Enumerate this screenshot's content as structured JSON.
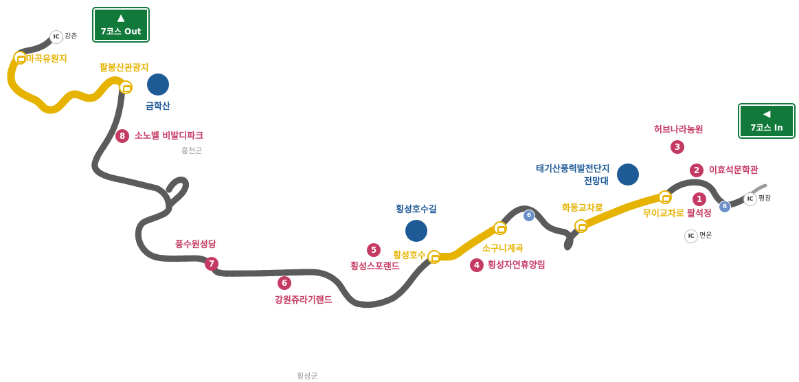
{
  "signs": {
    "out": {
      "label": "7코스 Out",
      "arrow": "▲"
    },
    "in": {
      "label": "7코스 In",
      "arrow": "◀"
    }
  },
  "ic": {
    "mark": "IC",
    "gangchon": "강촌",
    "pyeongchang": "평창",
    "myeonon": "면온"
  },
  "highway_number": "6",
  "waypoints": {
    "makgukwonji": "마곡유원지",
    "palbongsan": "팔봉산관광지",
    "hoengseong_lake": "횡성호수",
    "sogeuni": "소구니계곡",
    "hwadong": "화동교차로",
    "muigyo": "무이교차로"
  },
  "attractions": [
    {
      "number": "1",
      "label": "팔석정"
    },
    {
      "number": "2",
      "label": "이효석문학관"
    },
    {
      "number": "3",
      "label": "허브나라농원"
    },
    {
      "number": "4",
      "label": "횡성자연휴양림"
    },
    {
      "number": "5",
      "label": "횡성스포랜드"
    },
    {
      "number": "6",
      "label": "강원쥬라기랜드"
    },
    {
      "number": "7",
      "label": "풍수원성당"
    },
    {
      "number": "8",
      "label": "소노벨 비발디파크"
    }
  ],
  "viewpoints": {
    "geumhaksan": "금학산",
    "taegisan_line1": "태기산풍력발전단지",
    "taegisan_line2": "전망대",
    "hoengseong_trail": "횡성호수길"
  },
  "regions": {
    "hongcheon": "홍천군",
    "hoengseong": "횡성군"
  },
  "colors": {
    "road_gray": "#5b5b5b",
    "road_yellow": "#e5b300",
    "sign_green": "#11793a",
    "marker_red": "#c53a63",
    "viewpoint_blue": "#1e5a96"
  }
}
